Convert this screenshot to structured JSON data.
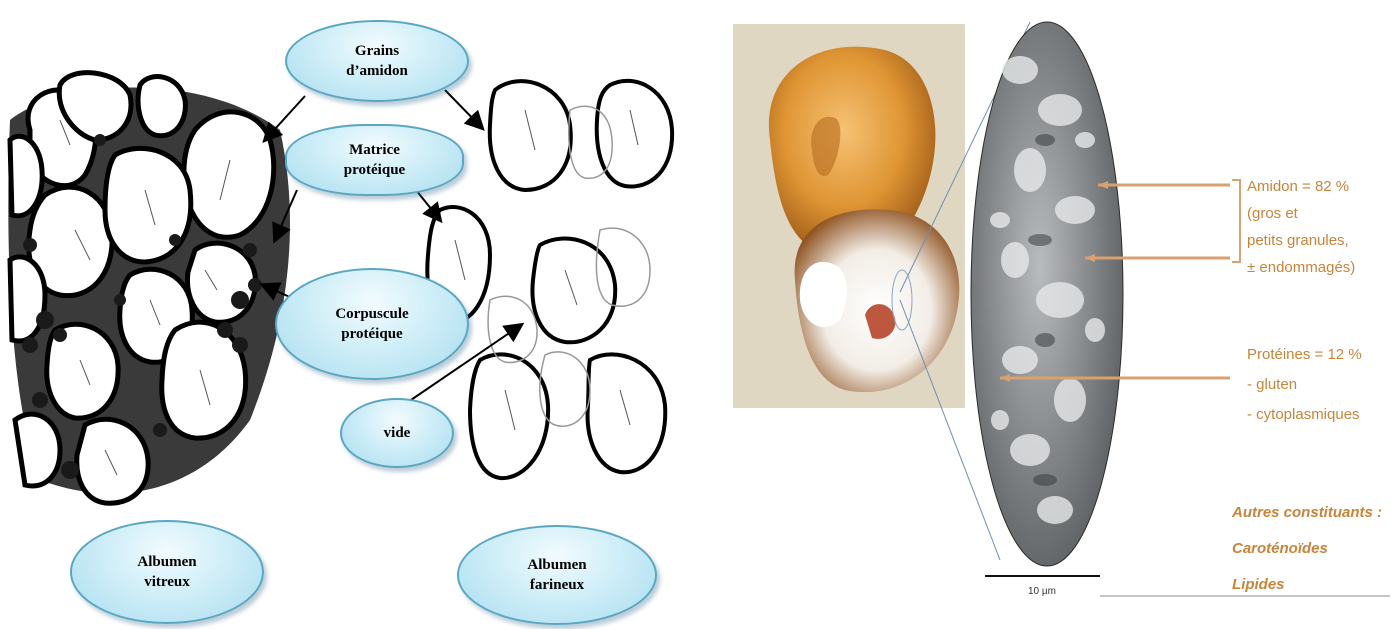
{
  "left_diagram": {
    "labels": {
      "grains_amidon": [
        "Grains",
        "d’amidon"
      ],
      "matrice": [
        "Matrice",
        "protéique"
      ],
      "corpuscule": [
        "Corpuscule",
        "protéique"
      ],
      "vide": "vide",
      "vitreux": [
        "Albumen",
        "vitreux"
      ],
      "farineux": [
        "Albumen",
        "farineux"
      ]
    }
  },
  "right_figure": {
    "amidon": [
      "Amidon = 82 %",
      "(gros et",
      "petits granules,",
      "± endommagés)"
    ],
    "proteines": [
      "Protéines = 12 %",
      "- gluten",
      "- cytoplasmiques"
    ],
    "autres": [
      "Autres constituants :",
      "Caroténoïdes",
      "Lipides"
    ],
    "scale": "10 µm"
  },
  "colors": {
    "bubble_fill": "#cfeef8",
    "bubble_border": "#5aa7c4",
    "annotation": "#c8843a",
    "pointer": "#d9a070"
  }
}
